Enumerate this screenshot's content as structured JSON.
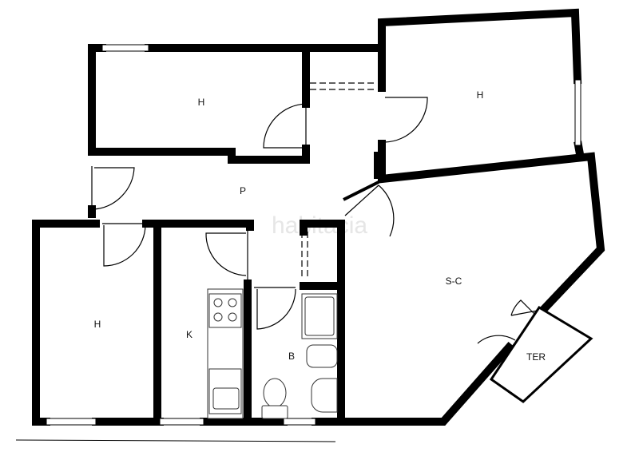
{
  "plan": {
    "watermark": "habitacia",
    "rooms": [
      {
        "id": "bedroom-top-left",
        "label": "H"
      },
      {
        "id": "bedroom-top-right",
        "label": "H"
      },
      {
        "id": "hallway",
        "label": "P"
      },
      {
        "id": "bedroom-bottom-left",
        "label": "H"
      },
      {
        "id": "kitchen",
        "label": "K"
      },
      {
        "id": "bathroom",
        "label": "B"
      },
      {
        "id": "living-dining",
        "label": "S-C"
      },
      {
        "id": "terrace",
        "label": "TER"
      }
    ]
  }
}
